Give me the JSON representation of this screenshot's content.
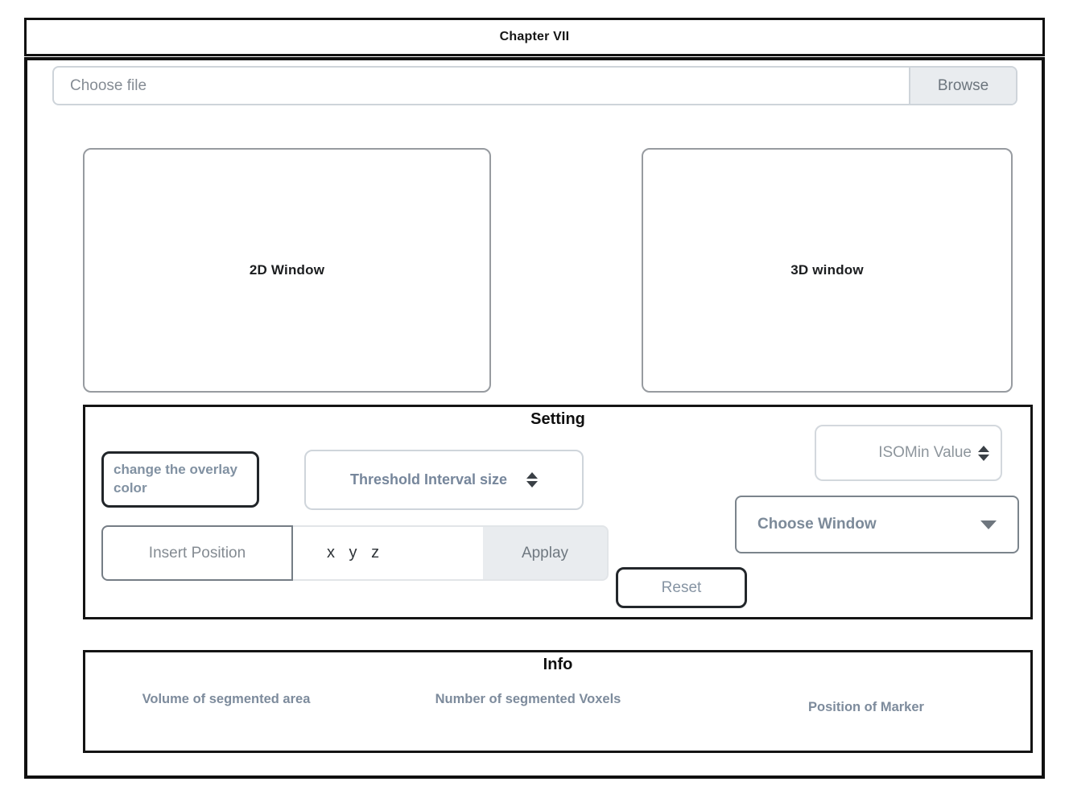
{
  "header": {
    "title": "Chapter VII"
  },
  "file_picker": {
    "placeholder": "Choose file",
    "browse_label": "Browse"
  },
  "viewports": {
    "panel_2d_label": "2D Window",
    "panel_3d_label": "3D window"
  },
  "settings": {
    "title": "Setting",
    "overlay_button_label": "change the overlay color",
    "threshold_spinner_label": "Threshold Interval size",
    "isomin_spinner_label": "ISOMin Value",
    "choose_window_label": "Choose Window",
    "insert_position_label": "Insert Position",
    "position_placeholder": "x y z",
    "apply_button_label": "Applay",
    "reset_button_label": "Reset"
  },
  "info": {
    "title": "Info",
    "fields": [
      {
        "label": "Volume of segmented area"
      },
      {
        "label": "Number of segmented Voxels"
      },
      {
        "label": "Position of Marker"
      }
    ]
  },
  "icons": {
    "threshold_field_icon": "updown-spinner-icon",
    "isomin_field_icon": "updown-spinner-icon",
    "choose_window_icon": "caret-down-icon"
  },
  "colors": {
    "accent_label_text": "#7d8b9c",
    "muted_text": "#868e96",
    "light_button_bg": "#e9ecef",
    "light_border": "#ced4da",
    "dark_border": "#212529",
    "frame_border": "#101010"
  }
}
